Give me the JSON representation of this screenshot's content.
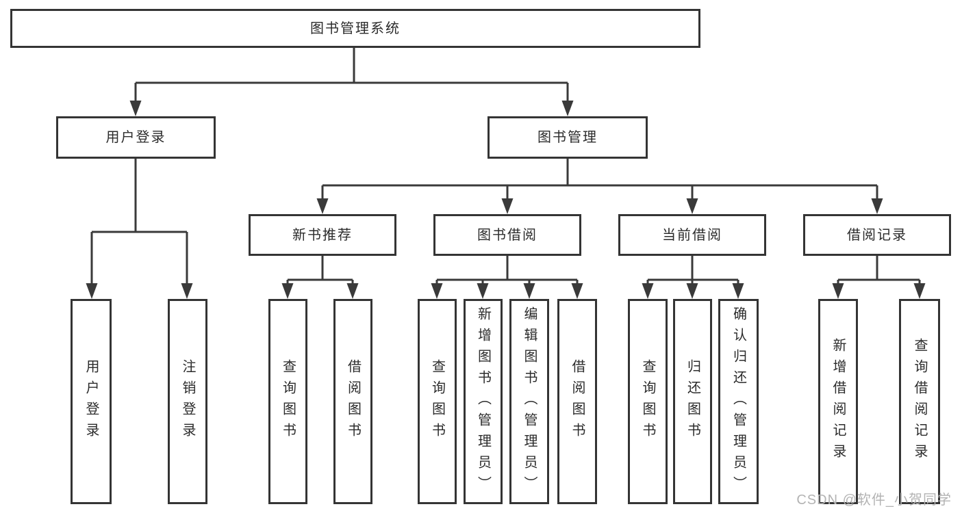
{
  "tree": {
    "root": "图书管理系统",
    "level2": [
      {
        "label": "用户登录",
        "children": [
          "用户登录",
          "注销登录"
        ]
      },
      {
        "label": "图书管理"
      }
    ],
    "level3": [
      {
        "label": "新书推荐",
        "children": [
          "查询图书",
          "借阅图书"
        ]
      },
      {
        "label": "图书借阅",
        "children": [
          "查询图书",
          "新增图书（管理员）",
          "编辑图书（管理员）",
          "借阅图书"
        ]
      },
      {
        "label": "当前借阅",
        "children": [
          "查询图书",
          "归还图书",
          "确认归还（管理员）"
        ]
      },
      {
        "label": "借阅记录",
        "children": [
          "新增借阅记录",
          "查询借阅记录"
        ]
      }
    ]
  },
  "watermark": "CSDN @软件_小贺同学",
  "colors": {
    "line": "#3a3a3a",
    "border": "#343434",
    "text": "#2b2b2b",
    "watermark": "#b3b3b3",
    "background": "#ffffff"
  }
}
